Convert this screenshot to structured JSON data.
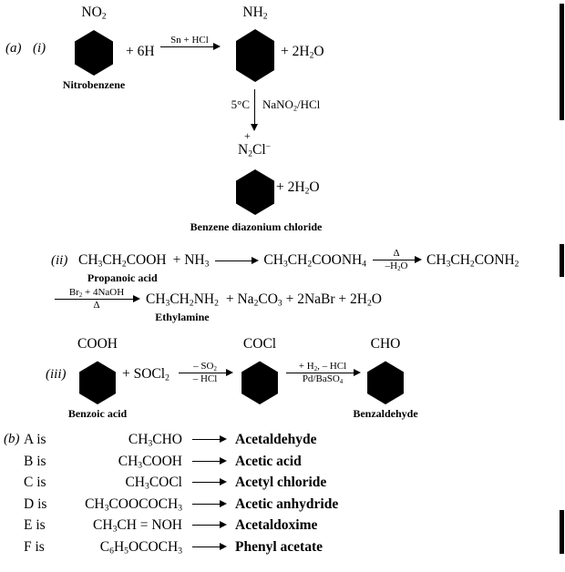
{
  "page": {
    "background": "#ffffff",
    "ink": "#000000"
  },
  "section_a": {
    "label": "(a)",
    "part_i": {
      "label": "(i)",
      "nitro_group": "NO_2",
      "nitro_name": "Nitrobenzene",
      "plus_6h": "+ 6H",
      "arrow_reagent": "Sn + HCl",
      "amine_group": "NH_2",
      "plus_water_1": "+ 2H_2O",
      "condition_temp": "5°C",
      "condition_reagent": "NaNO_2/HCl",
      "diazonium_charge": "+",
      "diazonium_group": "N_2Cl^−",
      "plus_water_2": "+ 2H_2O",
      "diazonium_name": "Benzene diazonium chloride"
    },
    "part_ii": {
      "label": "(ii)",
      "reactant": "CH_3CH_2COOH",
      "reactant_name": "Propanoic acid",
      "plus_ammonia": "+ NH_3",
      "ammonium_salt": "CH_3CH_2COONH_4",
      "arrow1_above": "Δ",
      "arrow1_below": "–H_2O",
      "amide": "CH_3CH_2CONH_2",
      "arrow2_above": "Br_2 + 4NaOH",
      "arrow2_below": "Δ",
      "amine": "CH_3CH_2NH_2",
      "amine_name": "Ethylamine",
      "byproducts": "+ Na_2CO_3 + 2NaBr + 2H_2O"
    },
    "part_iii": {
      "label": "(iii)",
      "acid_group": "COOH",
      "acid_name": "Benzoic acid",
      "plus_thionyl": "+ SOCl_2",
      "arrow1_above": "– SO_2",
      "arrow1_below": "– HCl",
      "acyl_group": "COCl",
      "arrow2_above": "+ H_2, – HCl",
      "arrow2_below": "Pd/BaSO_4",
      "aldehyde_group": "CHO",
      "aldehyde_name": "Benzaldehyde"
    }
  },
  "section_b": {
    "label": "(b)",
    "rows": [
      {
        "id": "A is",
        "formula": "CH_3CHO",
        "name": "Acetaldehyde"
      },
      {
        "id": "B is",
        "formula": "CH_3COOH",
        "name": "Acetic acid"
      },
      {
        "id": "C is",
        "formula": "CH_3COCl",
        "name": "Acetyl chloride"
      },
      {
        "id": "D is",
        "formula": "CH_3COOCOCH_3",
        "name": "Acetic anhydride"
      },
      {
        "id": "E is",
        "formula": "CH_3CH = NOH",
        "name": "Acetaldoxime"
      },
      {
        "id": "F is",
        "formula": "C_6H_5OCOCH_3",
        "name": "Phenyl acetate"
      }
    ]
  }
}
